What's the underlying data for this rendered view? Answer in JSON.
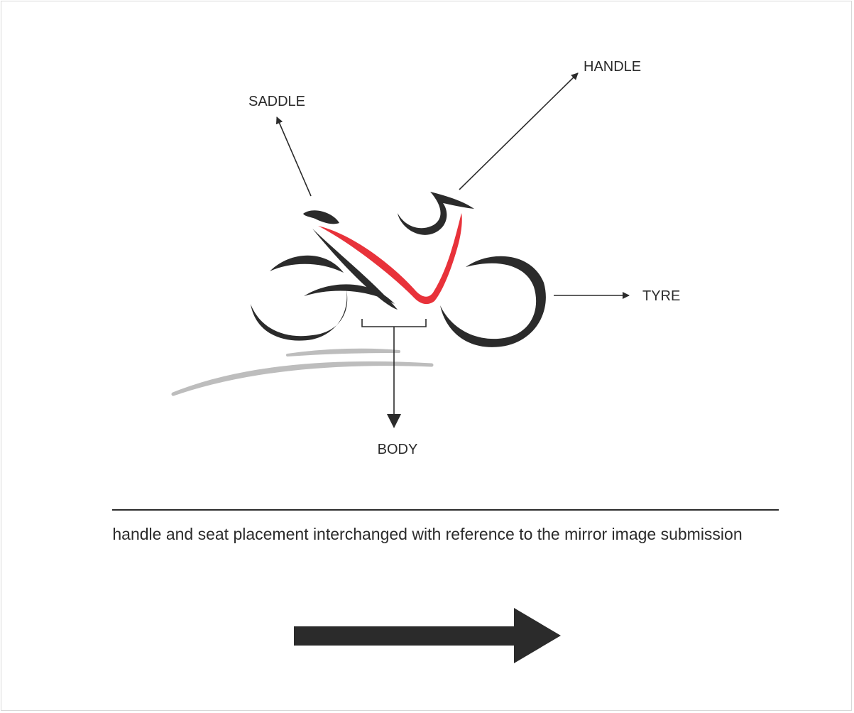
{
  "labels": {
    "saddle": "SADDLE",
    "handle": "HANDLE",
    "tyre": "TYRE",
    "body": "BODY"
  },
  "caption": "handle and seat placement interchanged with reference to the mirror image submission",
  "colors": {
    "ink": "#2b2b2b",
    "accent": "#e8323a",
    "speed_lines": "#bdbdbd"
  },
  "icons": {
    "direction": "right-arrow-icon"
  }
}
